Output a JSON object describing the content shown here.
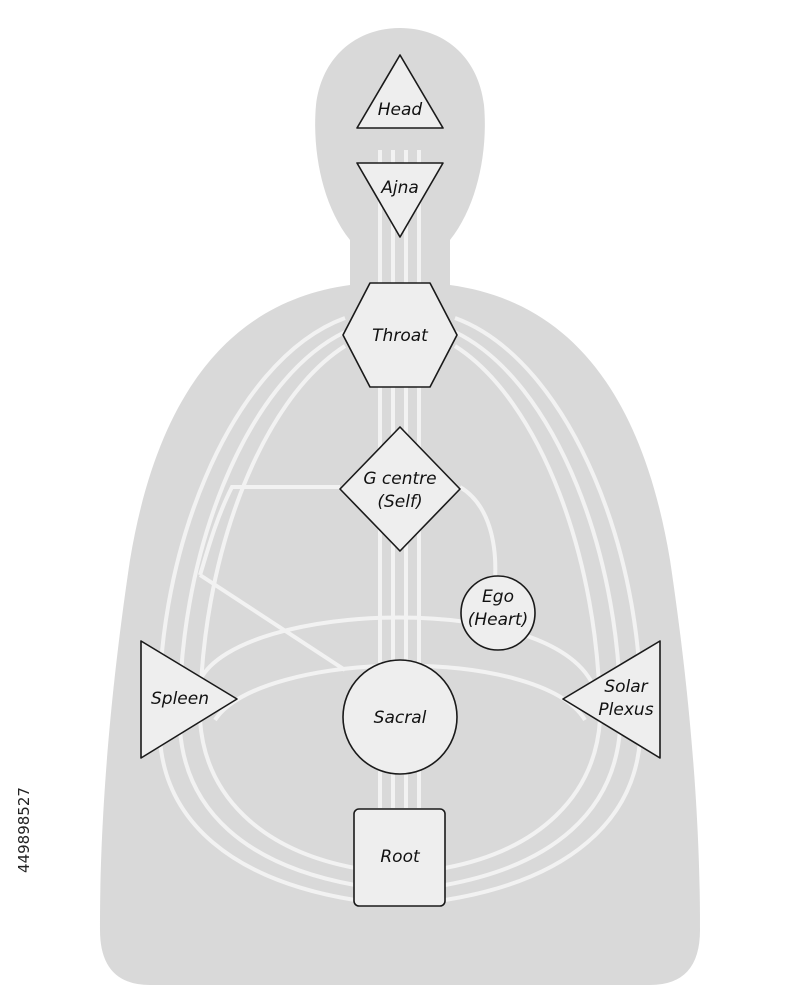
{
  "colors": {
    "background": "#ffffff",
    "body_silhouette": "#d9d9d9",
    "channel_lines": "#f2f2f2",
    "centre_fill": "#eeeeee",
    "centre_stroke": "#1a1a1a",
    "label_text": "#111111"
  },
  "centres": {
    "head": {
      "label": "Head",
      "shape": "triangle-up"
    },
    "ajna": {
      "label": "Ajna",
      "shape": "triangle-down"
    },
    "throat": {
      "label": "Throat",
      "shape": "hexagon"
    },
    "g_centre": {
      "line1": "G centre",
      "line2": "(Self)",
      "shape": "diamond"
    },
    "ego": {
      "line1": "Ego",
      "line2": "(Heart)",
      "shape": "circle"
    },
    "spleen": {
      "label": "Spleen",
      "shape": "triangle-right"
    },
    "sacral": {
      "label": "Sacral",
      "shape": "circle"
    },
    "solar_plexus": {
      "line1": "Solar",
      "line2": "Plexus",
      "shape": "triangle-left"
    },
    "root": {
      "label": "Root",
      "shape": "square"
    }
  },
  "watermark": {
    "stock_id": "449898527"
  }
}
